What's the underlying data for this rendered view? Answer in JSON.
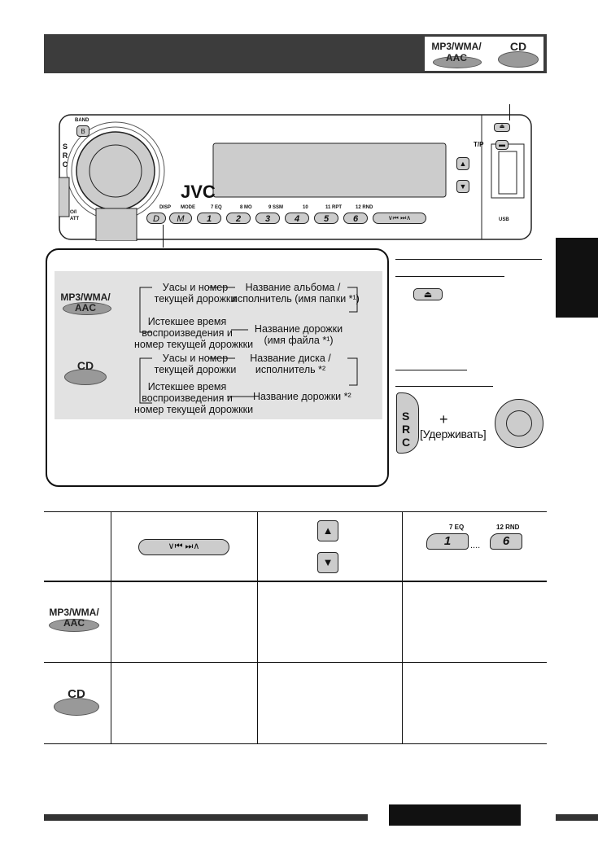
{
  "header": {
    "logos": {
      "mp3": "MP3/WMA/",
      "aac": "AAC",
      "cd": "CD"
    }
  },
  "device": {
    "brand": "JVC",
    "band": "BAND",
    "src": [
      "S",
      "R",
      "C"
    ],
    "power": "⏻/I",
    "att": "ATT",
    "tp": "T/P",
    "usb": "USB",
    "labels": [
      "DISP",
      "MODE",
      "7  EQ",
      "8  MO",
      "9  SSM",
      "10",
      "11  RPT",
      "12  RND"
    ],
    "buttons": [
      "D",
      "M",
      "1",
      "2",
      "3",
      "4",
      "5",
      "6"
    ],
    "skip": "∨⏮ ⏭∧"
  },
  "flow": {
    "mp3": {
      "a": "Уасы и номер\nтекущей дорожки",
      "b": "Название альбома /\nисполнитель (имя папки *¹)",
      "c": "Истекшее время\nвоспроизведения и\nномер текущей дорожкки",
      "d": "Название дорожки\n(имя файла *¹)"
    },
    "cd": {
      "a": "Уасы и номер\nтекущей дорожки",
      "b": "Название диска /\nисполнитель *²",
      "c": "Истекшее время\nвоспроизведения и\nномер текущей дорожкки",
      "d": "Название дорожки *²"
    }
  },
  "side": {
    "hold": "[Удерживать]",
    "plus": "+",
    "eject": "⏏"
  },
  "table": {
    "preset_labels": [
      "7  EQ",
      "12  RND"
    ],
    "preset_buttons": [
      "1",
      "6"
    ],
    "dots": "...."
  }
}
